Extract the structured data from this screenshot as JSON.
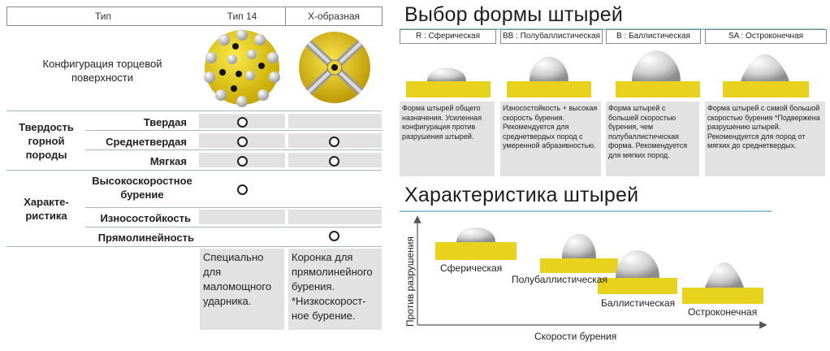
{
  "left_table": {
    "headers": {
      "type": "Тип",
      "col1": "Тип 14",
      "col2": "X-образная"
    },
    "config_label": "Конфигурация торцевой поверхности",
    "hardness": {
      "label": "Твердость горной породы",
      "rows": [
        {
          "label": "Твердая",
          "col1": "○",
          "col2": ""
        },
        {
          "label": "Среднетвердая",
          "col1": "○",
          "col2": "○"
        },
        {
          "label": "Мягкая",
          "col1": "○",
          "col2": "○"
        }
      ]
    },
    "characteristic": {
      "label": "Характе- ристика",
      "rows": [
        {
          "label": "Высокоскоростное бурение",
          "col1": "○",
          "col2": ""
        },
        {
          "label": "Износостойкость",
          "col1": "",
          "col2": ""
        },
        {
          "label": "Прямолинейность",
          "col1": "",
          "col2": "○"
        }
      ]
    },
    "notes": {
      "col1": "Специально для маломощного ударника.",
      "col2": "Коронка для прямолинейного бурения. *Низкоскорост- ное бурение."
    }
  },
  "shape_selection": {
    "title": "Выбор формы штырей",
    "types": [
      {
        "label": "R : Сферическая",
        "desc": "Форма штырей общего назначения. Усиленная конфигурация против разрушения штырей."
      },
      {
        "label": "BB : Полубаллистическая",
        "desc": "Износостойкость + высокая скорость бурения. Рекомендуется для среднетвердых пород с умеренной абразивностью."
      },
      {
        "label": "B : Баллистическая",
        "desc": "Форма штырей с большей скоростью бурения, чем полубаллистическая форма. Рекомендуется для мягких пород."
      },
      {
        "label": "SA : Остроконечная",
        "desc": "Форма штырей с самой большой скоростью бурения *Подвержена разрушению штырей. Рекомендуется для пород от мягких до среднетвердых."
      }
    ]
  },
  "characteristics": {
    "title": "Характеристика штырей",
    "y_axis": "Против разрушения",
    "x_axis": "Скорости бурения",
    "items": [
      "Сферическая",
      "Полубаллистическая",
      "Баллистическая",
      "Остроконечная"
    ]
  },
  "colors": {
    "yellow": "#e8d21e",
    "gray_cell": "#e2e2e2",
    "accent_line": "#8dc9cf"
  }
}
